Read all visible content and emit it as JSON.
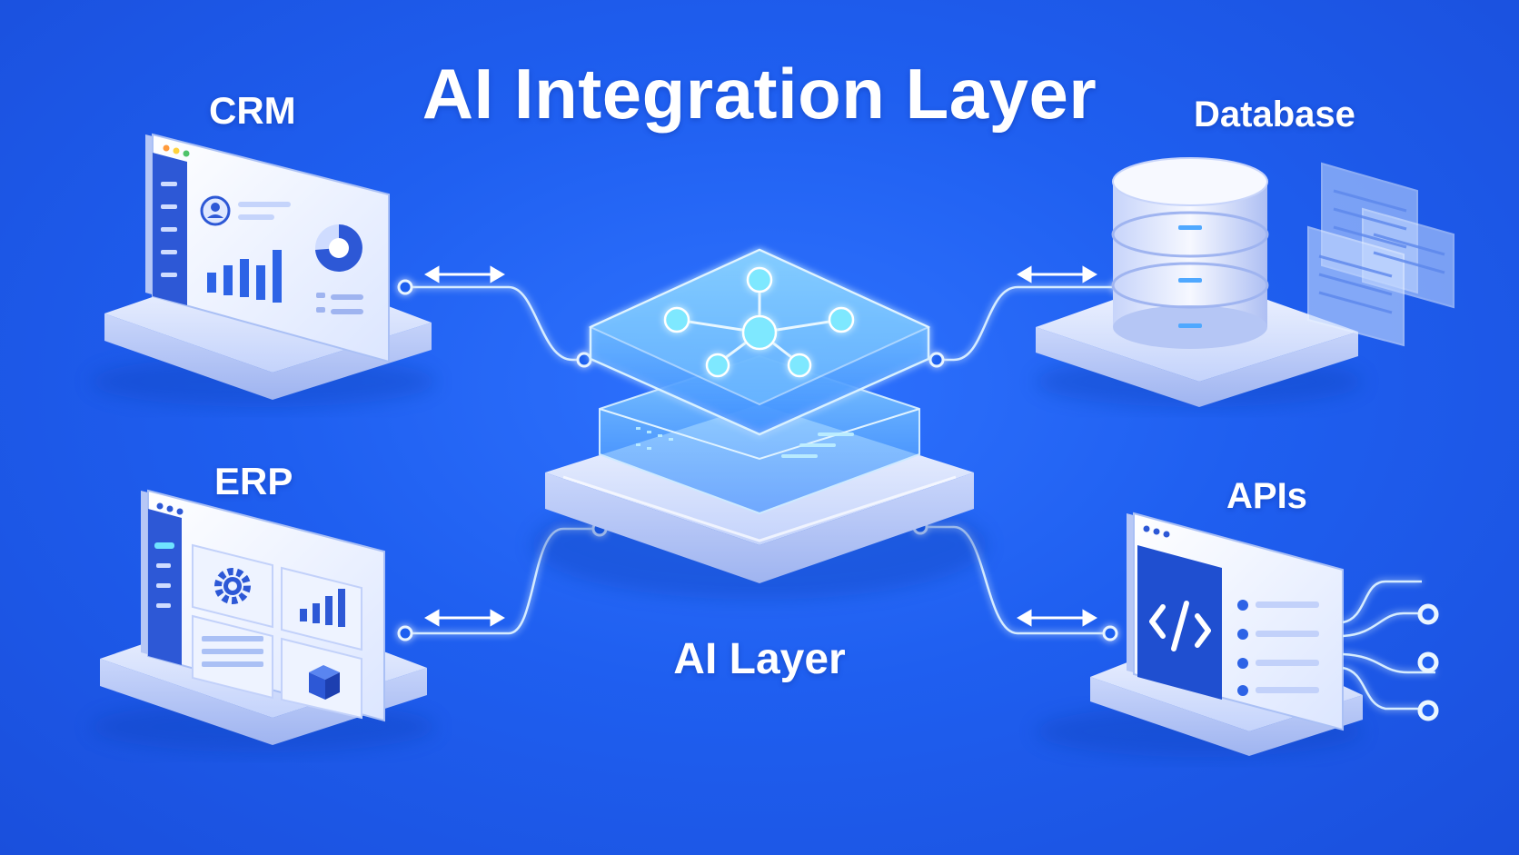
{
  "title": "AI Integration Layer",
  "nodes": {
    "crm": "CRM",
    "database": "Database",
    "erp": "ERP",
    "apis": "APIs",
    "ai_layer": "AI Layer"
  },
  "icons": {
    "crm": "dashboard-monitor-icon",
    "database": "database-cylinder-icon",
    "erp": "erp-monitor-icon",
    "apis": "code-monitor-icon",
    "ai_layer": "network-hub-icon"
  },
  "colors": {
    "background": "#1f5ff0",
    "accent": "#2a6cf5",
    "connector": "#cfe6ff",
    "glow": "#6fd3ff"
  }
}
